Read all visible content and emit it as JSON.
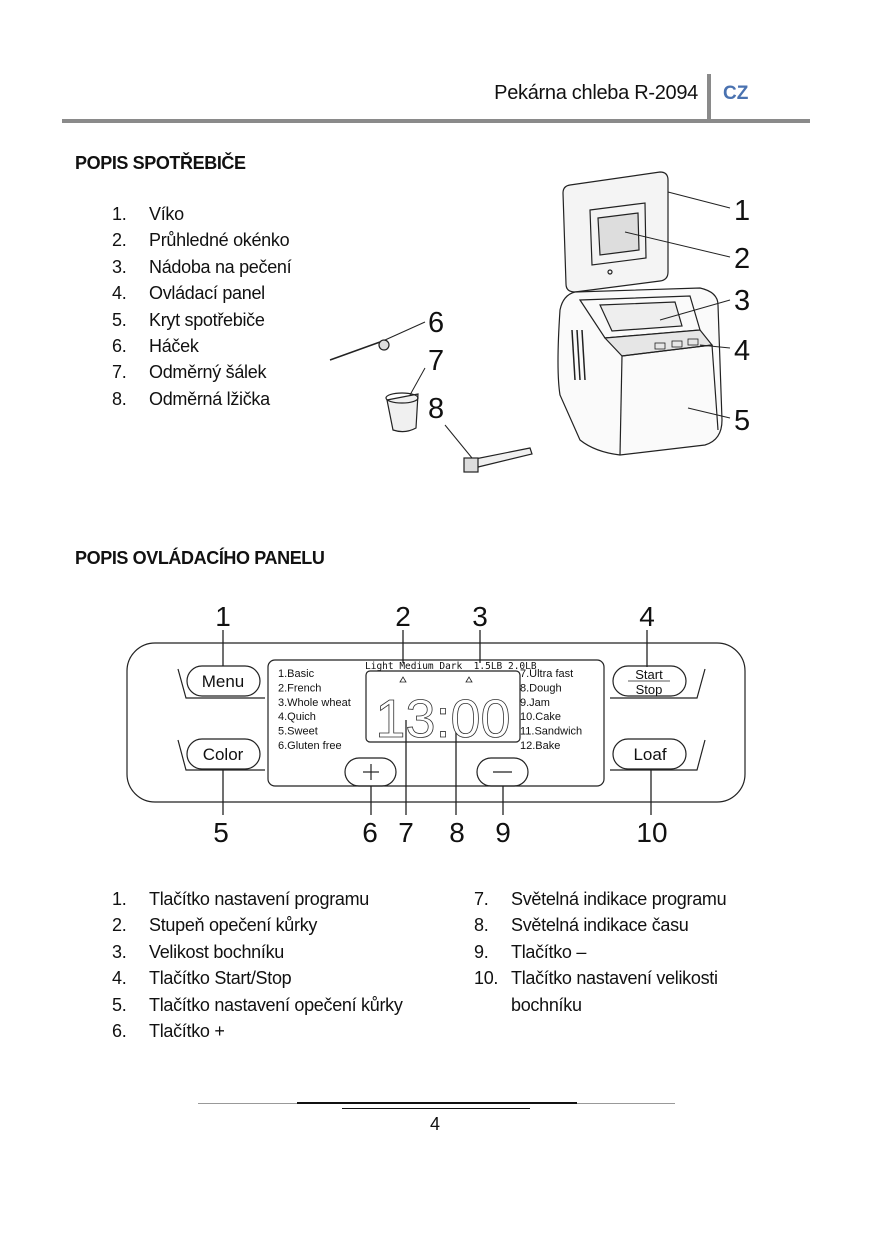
{
  "header": {
    "title": "Pekárna chleba R-2094",
    "lang": "CZ",
    "accent": "#4a72b0"
  },
  "section1": {
    "title": "POPIS SPOTŘEBIČE",
    "items": [
      {
        "num": "1.",
        "label": "Víko"
      },
      {
        "num": "2.",
        "label": "Průhledné okénko"
      },
      {
        "num": "3.",
        "label": "Nádoba na pečení"
      },
      {
        "num": "4.",
        "label": "Ovládací panel"
      },
      {
        "num": "5.",
        "label": "Kryt spotřebiče"
      },
      {
        "num": "6.",
        "label": "Háček"
      },
      {
        "num": "7.",
        "label": "Odměrný šálek"
      },
      {
        "num": "8.",
        "label": "Odměrná lžička"
      }
    ],
    "callouts": [
      "1",
      "2",
      "3",
      "4",
      "5",
      "6",
      "7",
      "8"
    ]
  },
  "section2": {
    "title": "POPIS OVLÁDACÍHO PANELU",
    "panel": {
      "buttons": {
        "menu": "Menu",
        "color": "Color",
        "start": "Start",
        "stop": "Stop",
        "loaf": "Loaf",
        "plus": "+",
        "minus": "—"
      },
      "top_labels": "Light Medium Dark  1.5LB 2.0LB",
      "programs_left": [
        "1.Basic",
        "2.French",
        "3.Whole wheat",
        "4.Quich",
        "5.Sweet",
        "6.Gluten free"
      ],
      "programs_right": [
        "7.Ultra fast",
        "8.Dough",
        "9.Jam",
        "10.Cake",
        "11.Sandwich",
        "12.Bake"
      ],
      "display_time": "13:00",
      "callouts_top": [
        "1",
        "2",
        "3",
        "4"
      ],
      "callouts_bottom": [
        "5",
        "6",
        "7",
        "8",
        "9",
        "10"
      ]
    },
    "items_left": [
      {
        "num": "1.",
        "label": "Tlačítko nastavení programu"
      },
      {
        "num": "2.",
        "label": "Stupeň opečení kůrky"
      },
      {
        "num": "3.",
        "label": "Velikost bochníku"
      },
      {
        "num": "4.",
        "label": "Tlačítko Start/Stop"
      },
      {
        "num": "5.",
        "label": "Tlačítko nastavení opečení kůrky"
      },
      {
        "num": "6.",
        "label": "Tlačítko +"
      }
    ],
    "items_right": [
      {
        "num": "7.",
        "label": "Světelná indikace programu"
      },
      {
        "num": "8.",
        "label": "Světelná indikace času"
      },
      {
        "num": "9.",
        "label": "Tlačítko –"
      },
      {
        "num": "10.",
        "label": "Tlačítko nastavení velikosti"
      },
      {
        "num": "",
        "label": "bochníku"
      }
    ]
  },
  "footer": {
    "page": "4"
  }
}
